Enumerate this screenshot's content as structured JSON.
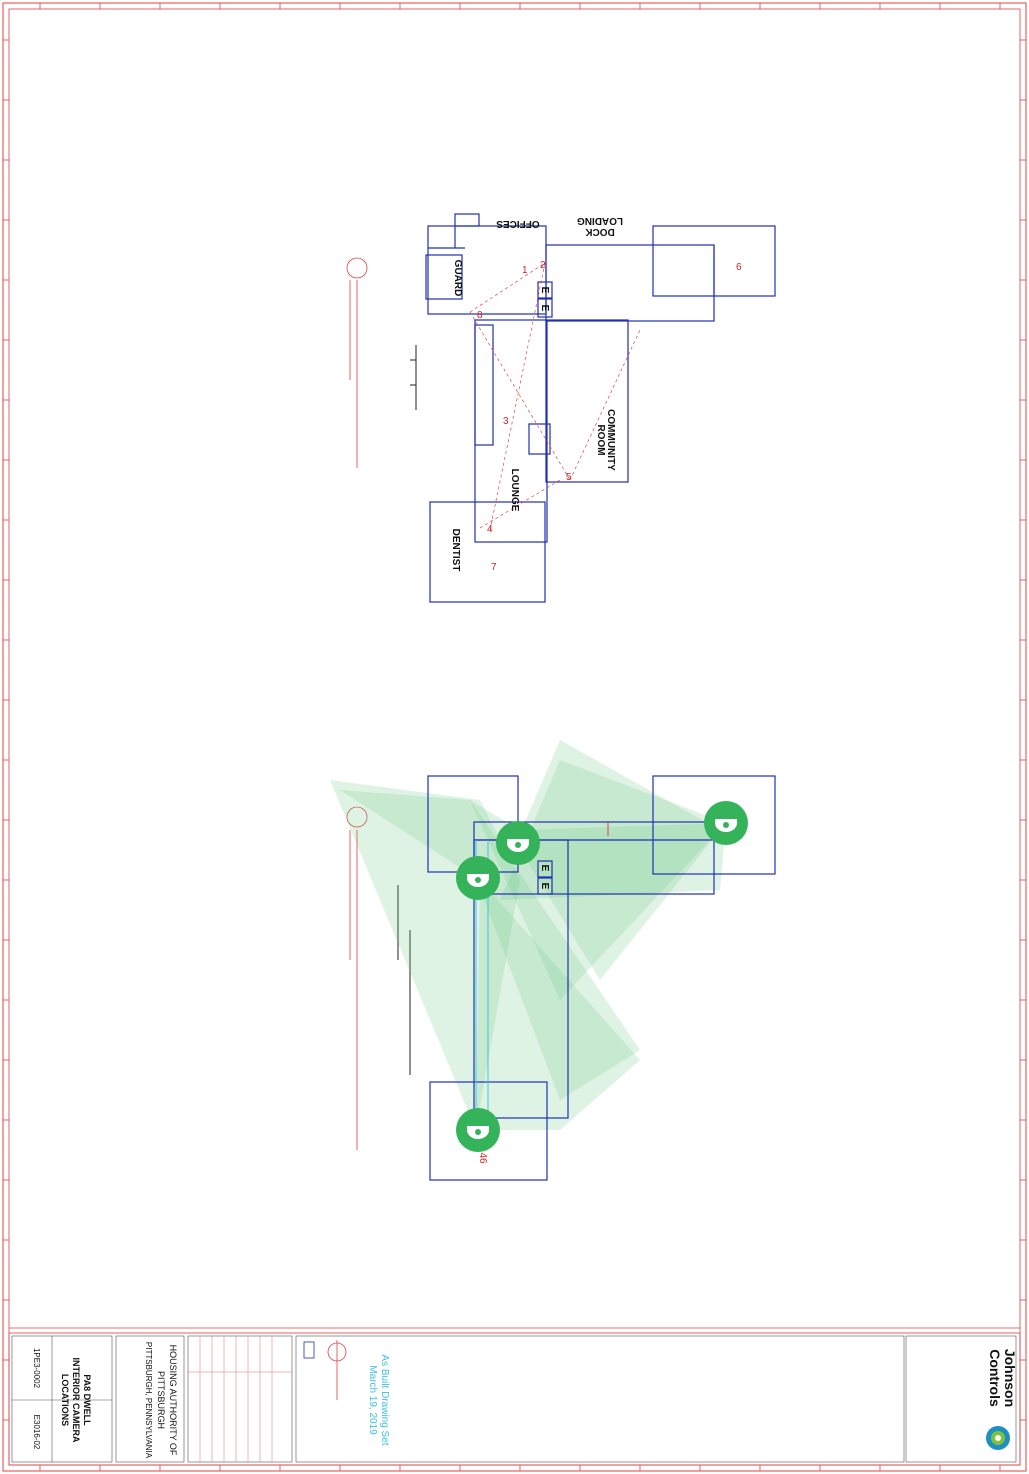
{
  "colors": {
    "border": "#e04040",
    "walls": "#2030b0",
    "coverage": "#6cc98a",
    "camera": "#34b35a",
    "camera_number": "#d22222",
    "stamp": "#3ec3df"
  },
  "floor_plan": {
    "rooms": {
      "offices": "OFFICES",
      "loading_dock_line1": "LOADING",
      "loading_dock_line2": "DOCK",
      "guard": "GUARD",
      "community_line1": "COMMUNITY",
      "community_line2": "ROOM",
      "lounge": "LOUNGE",
      "dentist": "DENTIST",
      "elevator_a": "E",
      "elevator_b": "E"
    },
    "camera_numbers": [
      "1",
      "2",
      "3",
      "4",
      "5",
      "6",
      "7",
      "8"
    ]
  },
  "coverage_plan": {
    "elevator_a": "E",
    "elevator_b": "E",
    "camera_count_label": "46",
    "cameras": [
      {
        "name": "camera-1",
        "icon": "dome-camera-icon"
      },
      {
        "name": "camera-2",
        "icon": "dome-camera-icon"
      },
      {
        "name": "camera-3",
        "icon": "dome-camera-icon"
      },
      {
        "name": "camera-4",
        "icon": "dome-camera-icon"
      }
    ]
  },
  "title_block": {
    "company_line1": "Johnson",
    "company_line2": "Controls",
    "stamp_line1": "As Built Drawing Set",
    "stamp_line2": "March 19, 2019",
    "client_line1": "HOUSING AUTHORITY OF",
    "client_line2": "PITTSBURGH",
    "client_line3": "PITTSBURGH, PENNSYLVANIA",
    "drawing_line1": "PA8 DWELL",
    "drawing_line2": "INTERIOR CAMERA",
    "drawing_line3": "LOCATIONS",
    "sheet_number": "1PE3-0002",
    "project_number": "E3016-02"
  }
}
